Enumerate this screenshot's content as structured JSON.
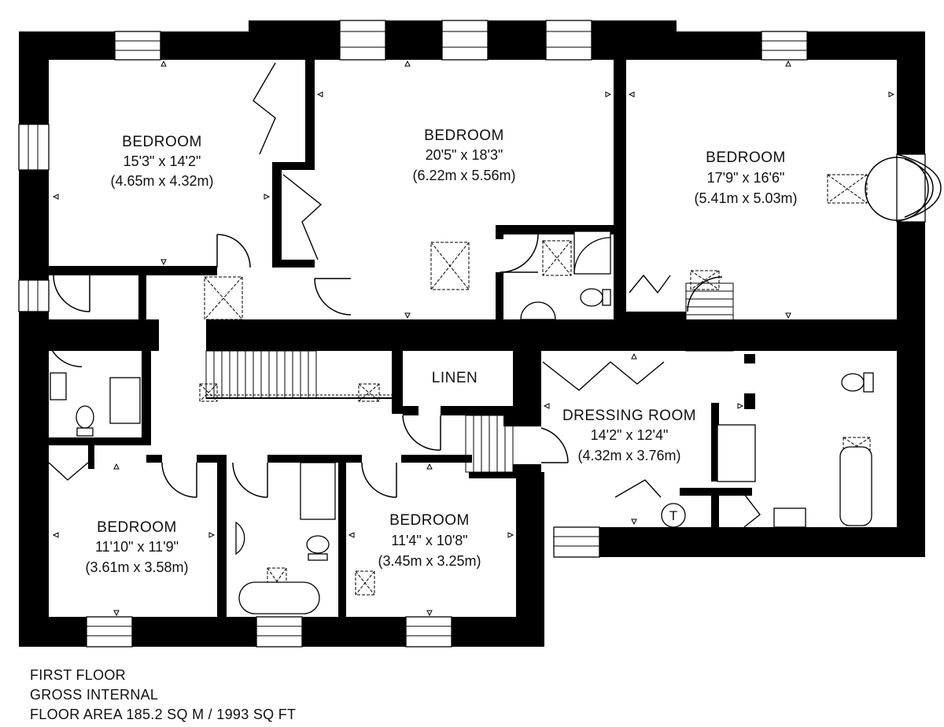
{
  "plan": {
    "rooms": [
      {
        "name": "BEDROOM",
        "imperial": "15'3\" x 14'2\"",
        "metric": "(4.65m x 4.32m)"
      },
      {
        "name": "BEDROOM",
        "imperial": "20'5\" x 18'3\"",
        "metric": "(6.22m x 5.56m)"
      },
      {
        "name": "BEDROOM",
        "imperial": "17'9\" x 16'6\"",
        "metric": "(5.41m x 5.03m)"
      },
      {
        "name": "LINEN"
      },
      {
        "name": "DRESSING ROOM",
        "imperial": "14'2\" x 12'4\"",
        "metric": "(4.32m x 3.76m)"
      },
      {
        "name": "BEDROOM",
        "imperial": "11'10\" x 11'9\"",
        "metric": "(3.61m x 3.58m)"
      },
      {
        "name": "BEDROOM",
        "imperial": "11'4\" x 10'8\"",
        "metric": "(3.45m x 3.25m)"
      }
    ],
    "fixture_labels": {
      "tank": "T"
    }
  },
  "caption": {
    "line1": "FIRST FLOOR",
    "line2": "GROSS INTERNAL",
    "line3": "FLOOR AREA 185.2 SQ M / 1993 SQ FT"
  }
}
